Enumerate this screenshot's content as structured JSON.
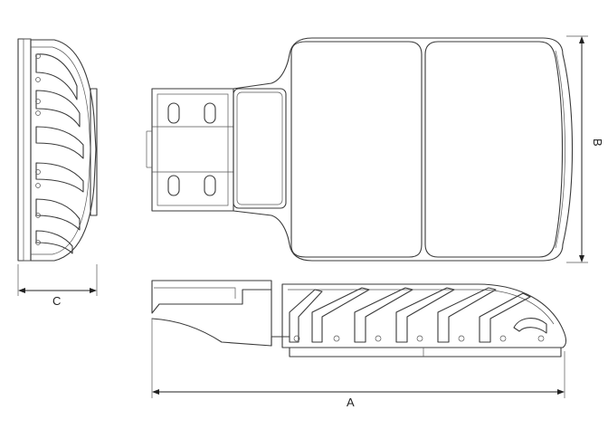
{
  "dimensions": {
    "length_label": "A",
    "height_label": "B",
    "depth_label": "C"
  },
  "colors": {
    "line": "#3a3a3a",
    "background": "#ffffff"
  }
}
